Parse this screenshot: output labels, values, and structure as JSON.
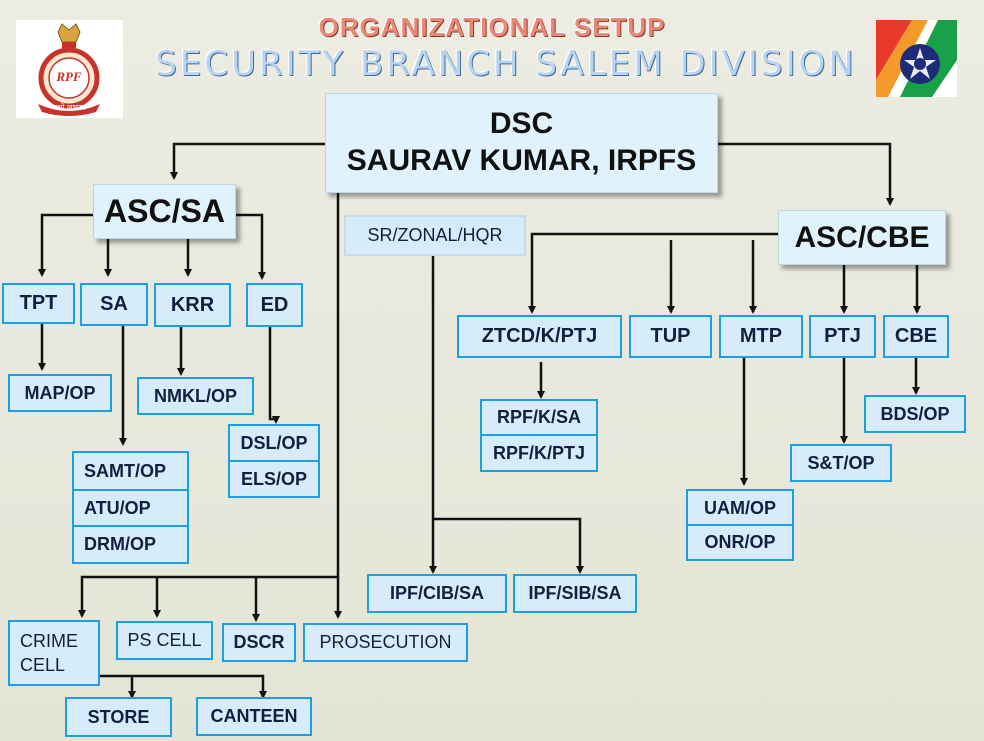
{
  "header": {
    "title": "ORGANIZATIONAL SETUP",
    "subtitle": "SECURITY BRANCH SALEM DIVISION"
  },
  "logos": {
    "left": {
      "text": "RPF",
      "motto": "यशो लभस्व",
      "icon": "rpf-emblem"
    },
    "right": {
      "icon": "rpf-flag-emblem"
    }
  },
  "chart": {
    "dsc": {
      "title": "DSC",
      "name": "SAURAV KUMAR, IRPFS"
    },
    "asc_sa": "ASC/SA",
    "asc_cbe": "ASC/CBE",
    "sr_zonal": "SR/ZONAL/HQR",
    "sa_units": [
      "TPT",
      "SA",
      "KRR",
      "ED"
    ],
    "map_op": "MAP/OP",
    "nmkl_op": "NMKL/OP",
    "ed_posts": [
      "DSL/OP",
      "ELS/OP"
    ],
    "sa_posts": [
      "SAMT/OP",
      "ATU/OP",
      "DRM/OP"
    ],
    "cbe_units": [
      "ZTCD/K/PTJ",
      "TUP",
      "MTP",
      "PTJ",
      "CBE"
    ],
    "ztcd_posts": [
      "RPF/K/SA",
      "RPF/K/PTJ"
    ],
    "bds_op": "BDS/OP",
    "snt_op": "S&T/OP",
    "mtp_posts": [
      "UAM/OP",
      "ONR/OP"
    ],
    "ipf": [
      "IPF/CIB/SA",
      "IPF/SIB/SA"
    ],
    "cells": [
      "CRIME CELL",
      "PS CELL",
      "DSCR",
      "PROSECUTION"
    ],
    "crime_sub": [
      "STORE",
      "CANTEEN"
    ]
  },
  "colors": {
    "background": "#e8e8dc",
    "box_fill": "#d6ecfa",
    "box_border": "#1e9fe0",
    "title_red": "#e88878",
    "subtitle_blue": "#b9d4ee",
    "text": "#102040"
  }
}
